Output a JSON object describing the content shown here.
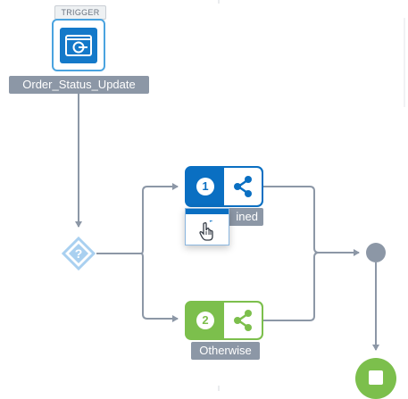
{
  "trigger": {
    "tag": "TRIGGER",
    "name": "Order_Status_Update",
    "icon": "trigger-event-icon"
  },
  "decision": {
    "symbol": "?",
    "icon": "decision-diamond-icon"
  },
  "branches": [
    {
      "number": "1",
      "label": "ined",
      "color": "#0a6fc2",
      "icon": "share-icon"
    },
    {
      "number": "2",
      "label": "Otherwise",
      "color": "#7cbf4c",
      "icon": "share-icon"
    }
  ],
  "popup": {
    "icon": "hand-pointer-icon"
  },
  "end": {
    "icon": "stop-icon",
    "color": "#7cbf4c"
  },
  "connector_color": "#8c97a6"
}
